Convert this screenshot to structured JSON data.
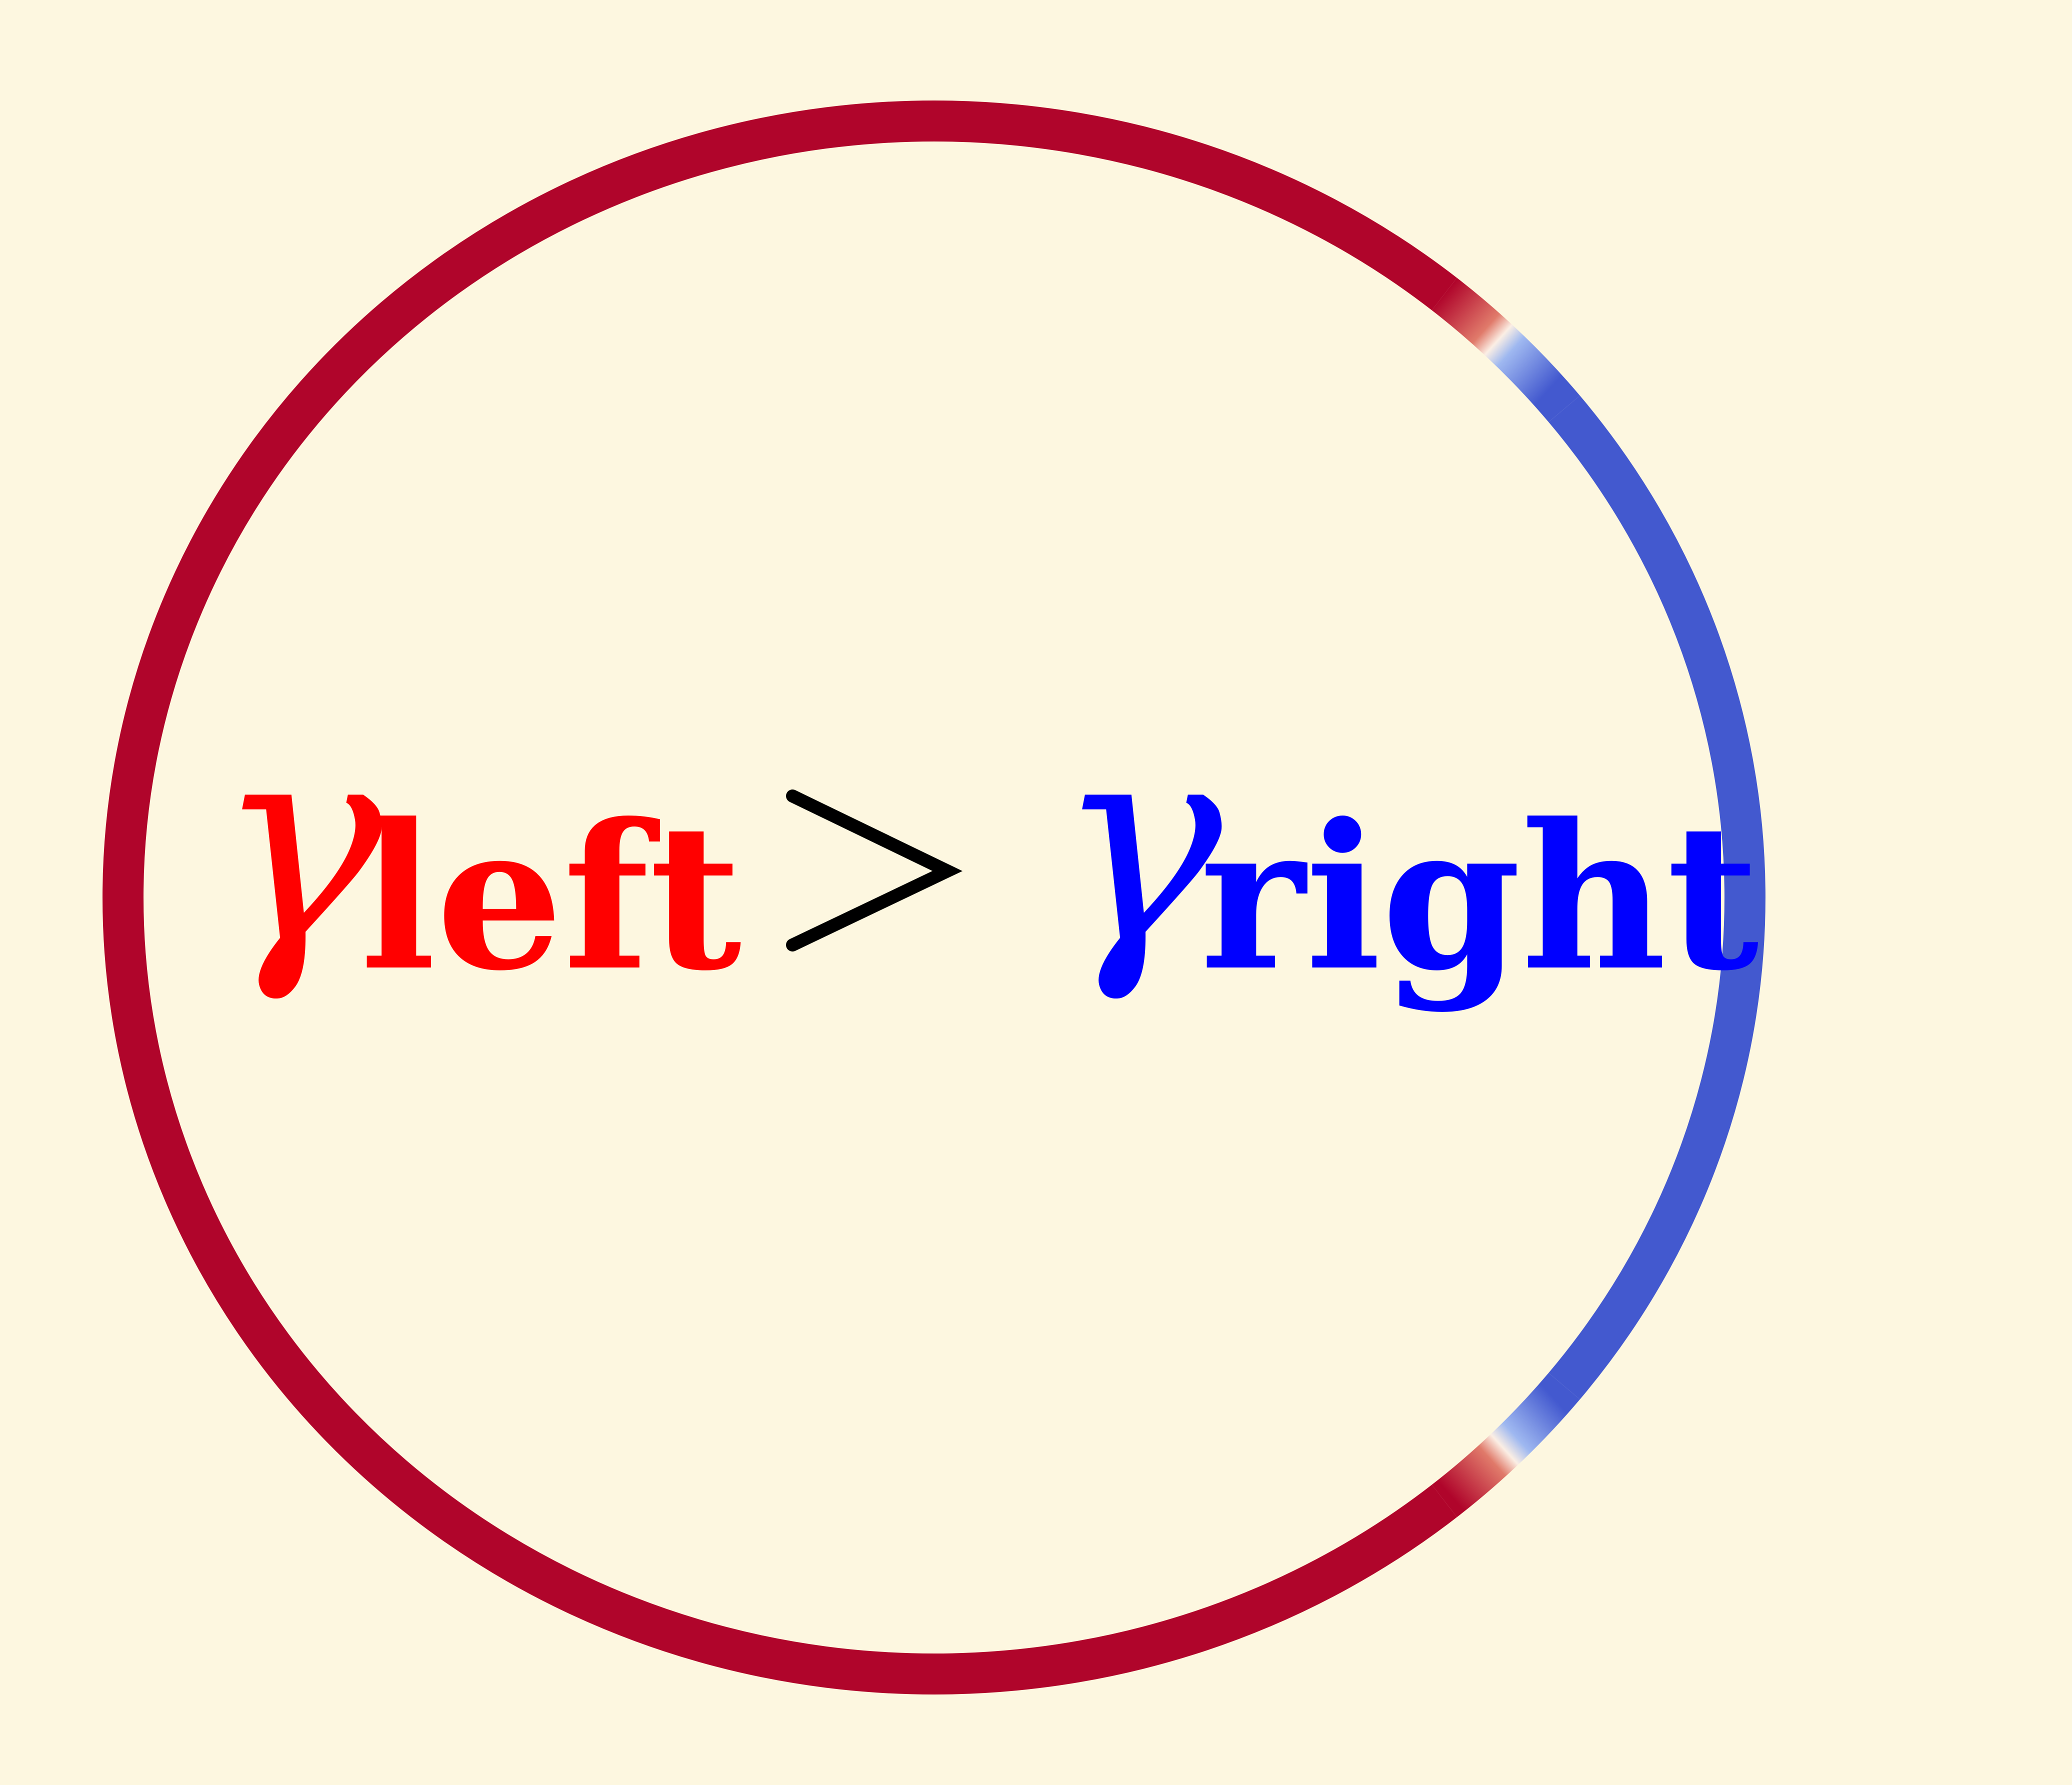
{
  "colors": {
    "background": "#fdf7e0",
    "ring_red": "#b0052b",
    "ring_blue": "#4359cf",
    "ring_transition_light": "#fbeee4",
    "left_text": "#ff0000",
    "right_text": "#0000ff",
    "relation": "#000000"
  },
  "ring": {
    "segments": [
      {
        "name": "left-arc",
        "color": "red",
        "from_deg": 45,
        "to_deg": 315
      },
      {
        "name": "right-arc",
        "color": "blue",
        "from_deg": -45,
        "to_deg": 45
      }
    ]
  },
  "equation": {
    "left": {
      "symbol": "γ",
      "subscript": "left"
    },
    "relation": "",
    "right": {
      "symbol": "γ",
      "subscript": "right"
    }
  }
}
